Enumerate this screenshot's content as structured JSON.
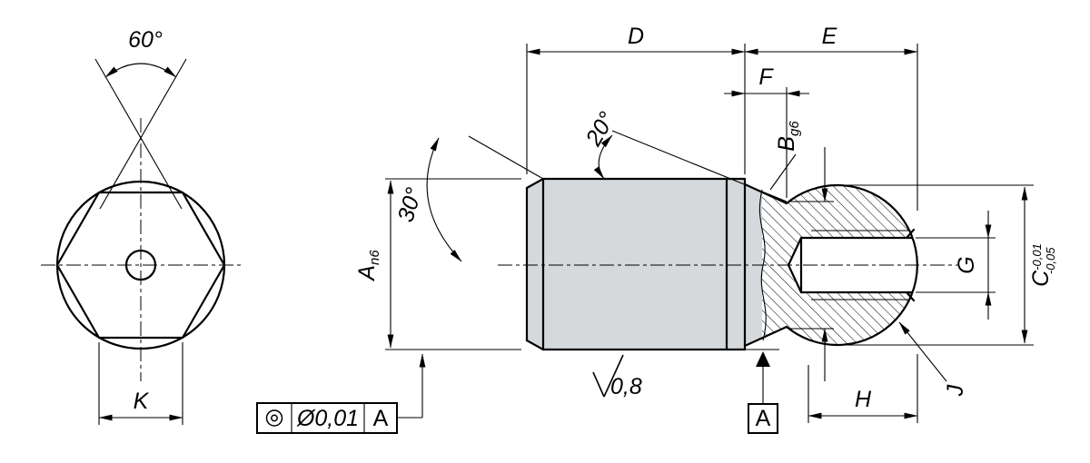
{
  "colors": {
    "body_fill": "#d5d9db",
    "line_color": "#000000",
    "background": "#ffffff"
  },
  "front_view": {
    "chamfer_angle_label": "60°",
    "hex_width_label": "K"
  },
  "side_view": {
    "dim_d_label": "D",
    "dim_e_label": "E",
    "dim_f_label": "F",
    "dim_h_label": "H",
    "dia_a": {
      "letter": "A",
      "tolerance": "n6"
    },
    "dia_b": {
      "letter": "B",
      "tolerance": "g6"
    },
    "dia_c": {
      "letter": "C",
      "tolerance_upper": "-0,01",
      "tolerance_lower": "-0,05"
    },
    "dia_g_label": "G",
    "radius_j_label": "J",
    "taper_angle_label": "20°",
    "chamfer_angle_label": "30°",
    "surface_roughness_value": "0,8",
    "datum_label": "A"
  },
  "feature_control_frame": {
    "symbol": "concentricity",
    "tolerance_value": "Ø0,01",
    "datum_reference": "A"
  }
}
